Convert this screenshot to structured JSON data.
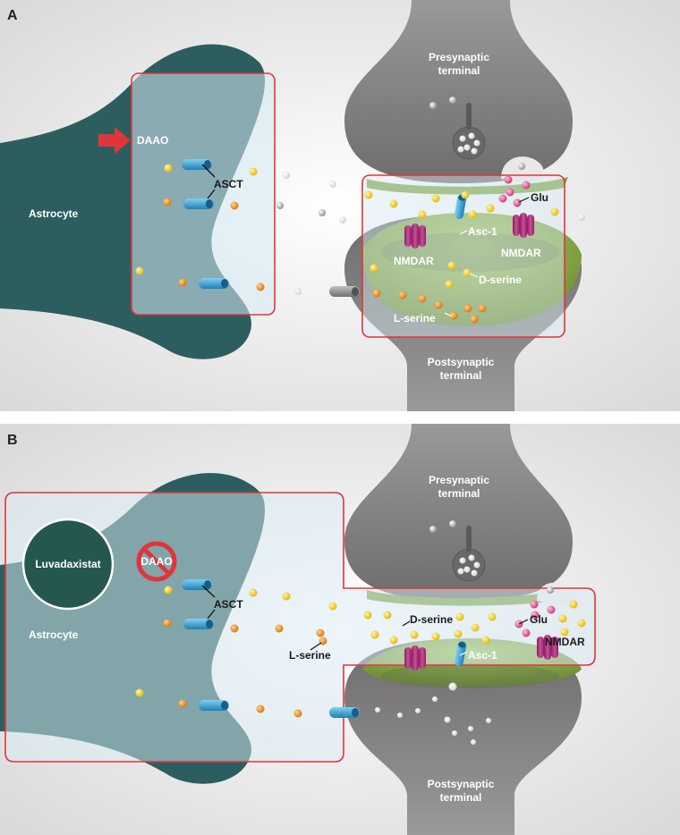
{
  "panels": [
    {
      "letter": "A",
      "labels": {
        "presynaptic": [
          "Presynaptic",
          "terminal"
        ],
        "postsynaptic": [
          "Postsynaptic",
          "terminal"
        ],
        "astrocyte": "Astrocyte",
        "daao": "DAAO",
        "asct": "ASCT",
        "glu": "Glu",
        "asc1": "Asc-1",
        "nmdar_left": "NMDAR",
        "nmdar_right": "NMDAR",
        "dserine": "D-serine",
        "lserine": "L-serine"
      }
    },
    {
      "letter": "B",
      "labels": {
        "presynaptic": [
          "Presynaptic",
          "terminal"
        ],
        "postsynaptic": [
          "Postsynaptic",
          "terminal"
        ],
        "astrocyte": "Astrocyte",
        "luvadaxistat": "Luvadaxistat",
        "daao": "DAAO",
        "asct": "ASCT",
        "dserine": "D-serine",
        "lserine": "L-serine",
        "glu": "Glu",
        "nmdar": "NMDAR",
        "asc1": "Asc-1"
      }
    }
  ],
  "colors": {
    "astrocyte_teal": "#2f6b6b",
    "neuron_gray": "#8a8888",
    "postsynaptic_green": "#8fb14a",
    "highlight_box": "#e0353a",
    "box_fill": "#d7ebf5",
    "transporter_blue": "#3aa6d9",
    "nmdar_magenta": "#b0307f",
    "yellow_dot": "#f2c414",
    "orange_dot": "#e58a1c",
    "pink_dot": "#e0508f",
    "daao_arrow": "#e0353a"
  }
}
